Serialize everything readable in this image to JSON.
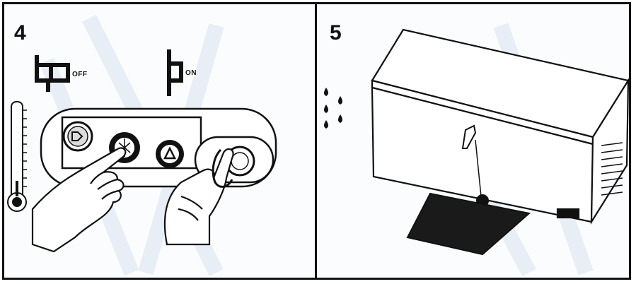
{
  "steps": {
    "left": {
      "number": "4",
      "off_label": "OFF",
      "on_label": "ON"
    },
    "right": {
      "number": "5"
    }
  },
  "colors": {
    "ink": "#111111",
    "paper": "#fbfcfd",
    "watermark": "#e8eef5"
  }
}
